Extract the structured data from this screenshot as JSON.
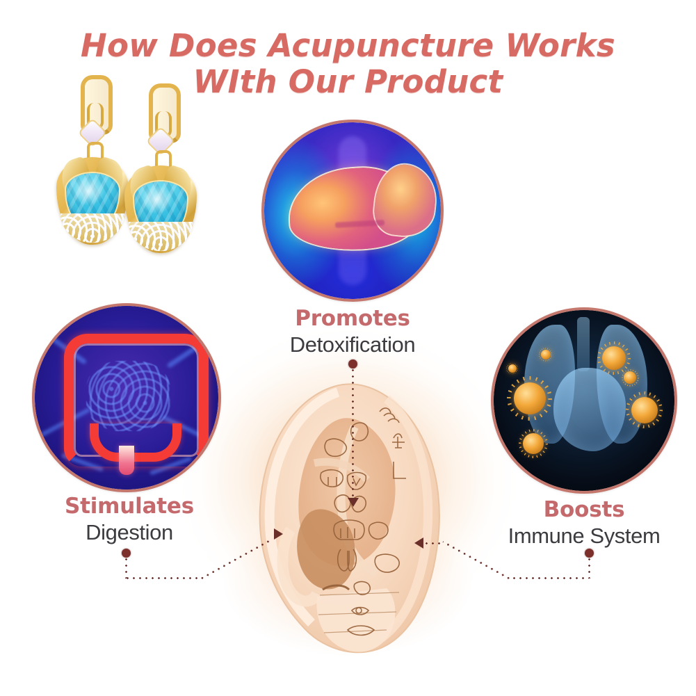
{
  "page": {
    "title_line1": "How Does Acupuncture Works",
    "title_line2": "WIth Our Product",
    "title_color": "#d76a63",
    "accent_color": "#c4696c",
    "body_text_color": "#3c3c40",
    "connector_color": "#6b2f2a",
    "background_color": "#ffffff"
  },
  "benefits": [
    {
      "id": "detoxification",
      "headline": "Promotes",
      "subject": "Detoxification",
      "image_name": "liver-scan-image",
      "position": "top-center"
    },
    {
      "id": "digestion",
      "headline": "Stimulates",
      "subject": "Digestion",
      "image_name": "digestive-system-image",
      "position": "left"
    },
    {
      "id": "immune",
      "headline": "Boosts",
      "subject": "Immune System",
      "image_name": "immune-system-image",
      "position": "right"
    }
  ],
  "product": {
    "name": "acupuncture-earrings",
    "description": "gold teardrop earrings with aqua gemstone",
    "gem_color": "#29b6dd",
    "metal_color": "#e3b44e"
  },
  "diagram": {
    "name": "auricular-acupuncture-ear-chart",
    "skin_color": "#f4d5b8",
    "point_outline_color": "#8a5a35"
  }
}
